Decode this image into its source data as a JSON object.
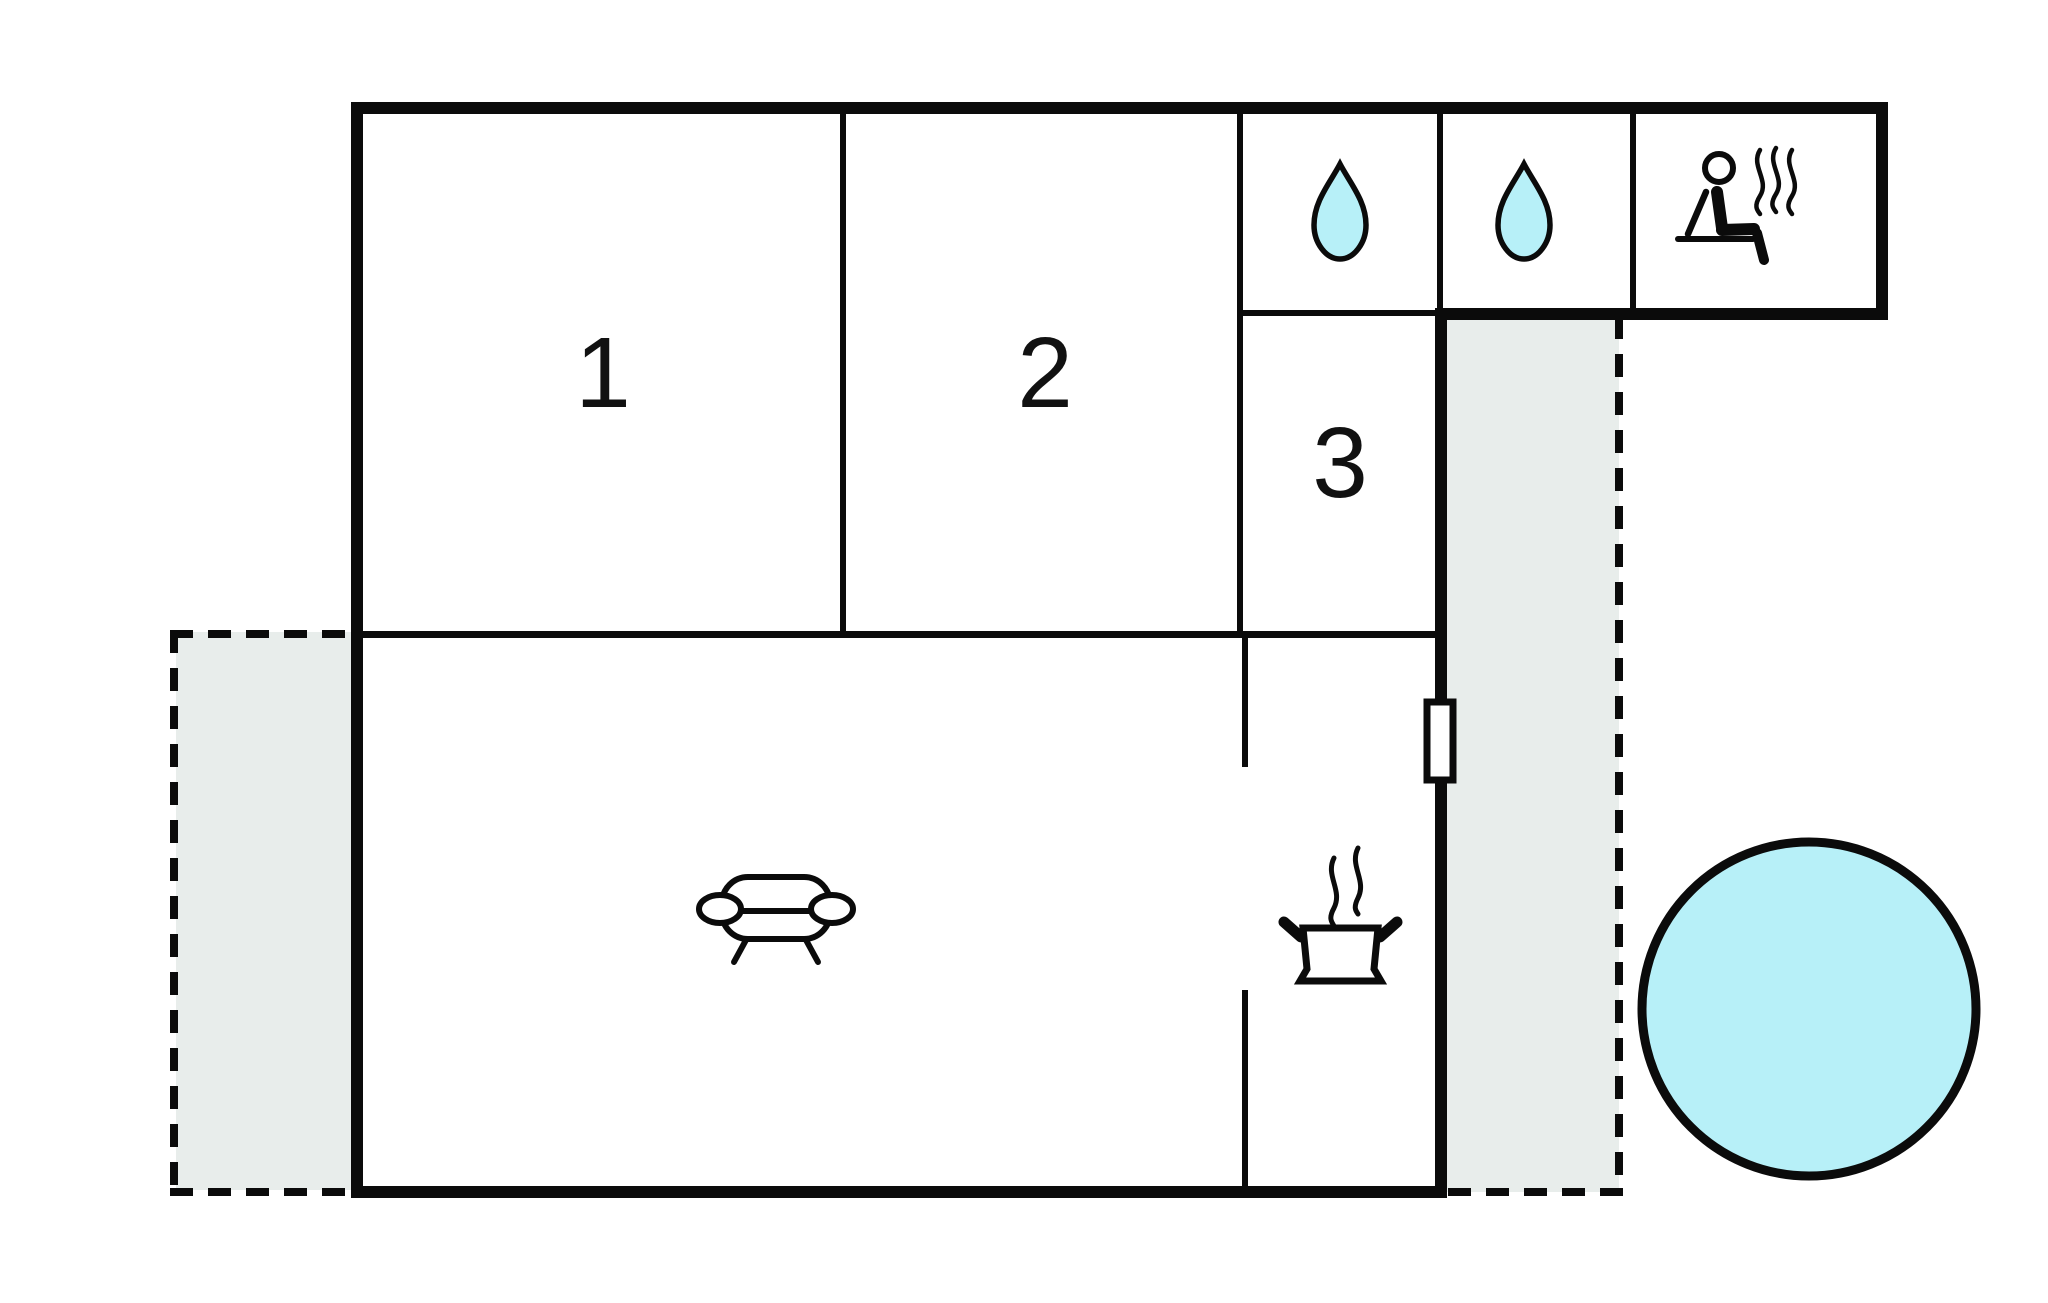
{
  "diagram": {
    "kind": "vacation-home floor plan",
    "rooms": [
      {
        "label": "1"
      },
      {
        "label": "2"
      },
      {
        "label": "3"
      }
    ],
    "icons": [
      "water-drop-icon",
      "water-drop-icon",
      "sauna-person-icon",
      "sofa-icon",
      "cooking-pot-icon",
      "hot-tub-circle",
      "window-marker"
    ],
    "areas": [
      "left-terrace",
      "right-terrace",
      "living-area",
      "kitchen-area",
      "bathroom-cell-1",
      "bathroom-cell-2",
      "sauna-cell"
    ]
  },
  "colors": {
    "wall": "#0b0b0b",
    "water": "#b7f0f8",
    "terrace": "#e8edeb",
    "background": "#ffffff",
    "label": "#111111"
  }
}
